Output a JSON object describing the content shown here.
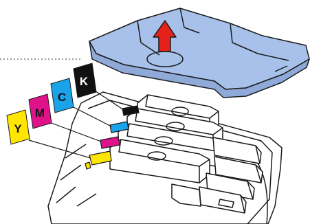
{
  "labels": {
    "black": "K",
    "cyan": "C",
    "magenta": "M",
    "yellow": "Y"
  },
  "colors": {
    "black": "#111111",
    "cyan": "#1aa3e8",
    "magenta": "#e0128a",
    "yellow": "#ffe600",
    "cover": "#a7c1ea",
    "cover_shade": "#8faad8",
    "arrow": "#e3231b",
    "outline": "#1a1a1a"
  },
  "icons": {
    "arrow": "up-arrow-icon",
    "cover": "top-cover",
    "printer": "printer-body"
  }
}
